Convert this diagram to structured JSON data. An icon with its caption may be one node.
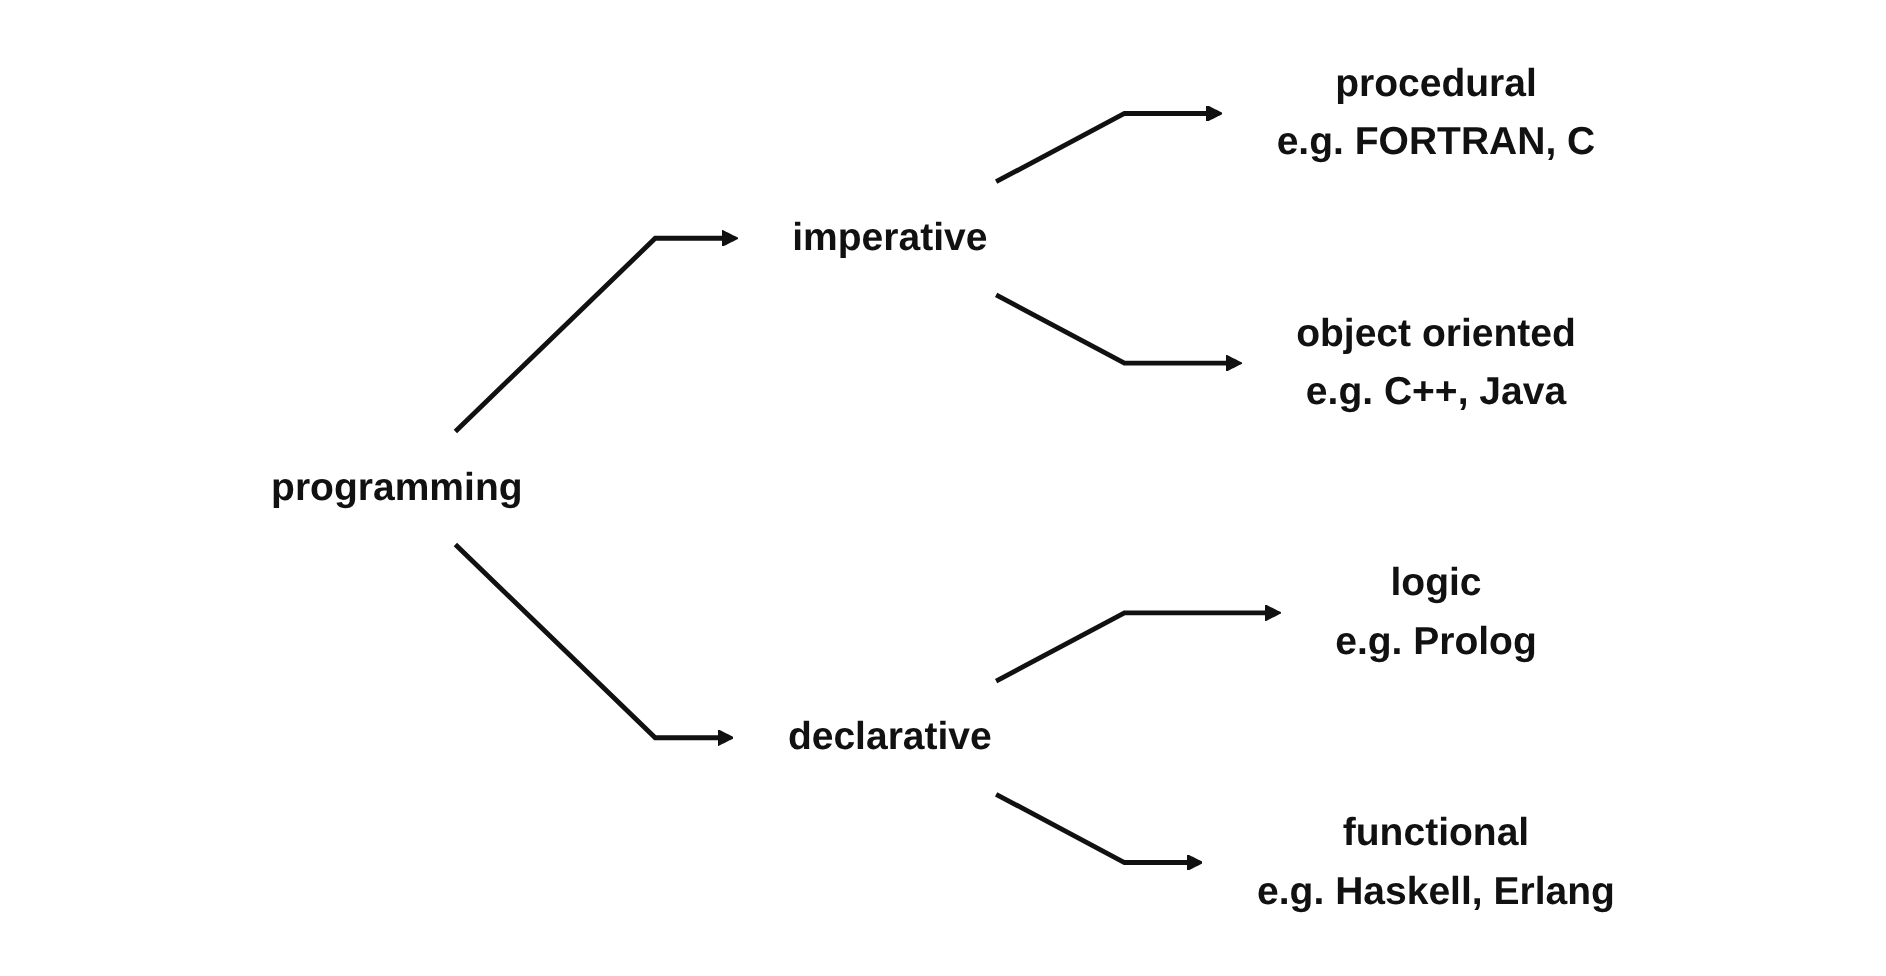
{
  "diagram": {
    "nodes": [
      {
        "text": [
          "programming"
        ]
      },
      {
        "text": [
          "imperative"
        ]
      },
      {
        "text": [
          "procedural",
          "e.g. FORTRAN, C"
        ]
      },
      {
        "text": [
          "object oriented",
          "e.g. C++, Java"
        ]
      },
      {
        "text": [
          "declarative"
        ]
      },
      {
        "text": [
          "logic",
          "e.g. Prolog"
        ]
      },
      {
        "text": [
          "functional",
          "e.g. Haskell, Erlang"
        ]
      }
    ],
    "edges": [
      {
        "from": 0,
        "to": 1,
        "arrow": "to"
      },
      {
        "from": 1,
        "to": 2,
        "arrow": "to"
      },
      {
        "from": 1,
        "to": 3,
        "arrow": "to"
      },
      {
        "from": 0,
        "to": 4,
        "arrow": "to"
      },
      {
        "from": 4,
        "to": 5,
        "arrow": "to"
      },
      {
        "from": 4,
        "to": 6,
        "arrow": "to"
      }
    ]
  }
}
